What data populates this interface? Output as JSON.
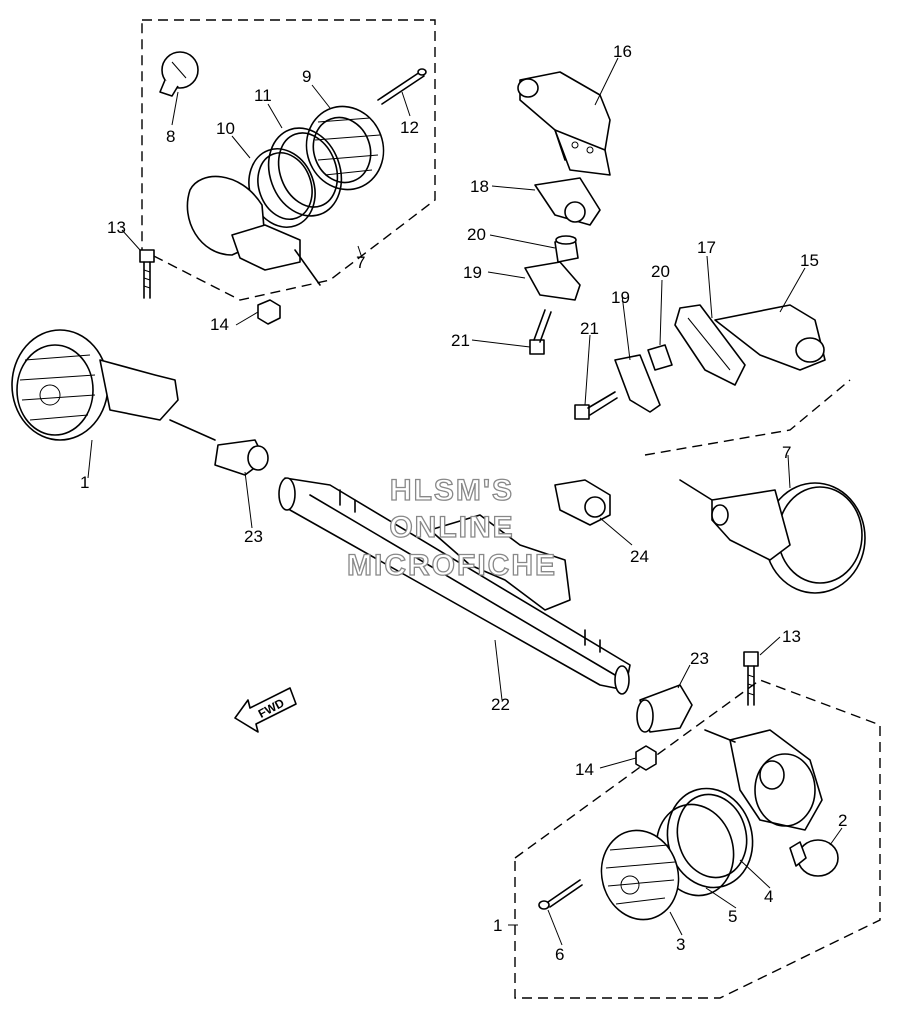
{
  "watermark": {
    "line1": "HLSM'S",
    "line2": "ONLINE",
    "line3": "MICROFICHE"
  },
  "direction_arrow": {
    "label": "FWD"
  },
  "callouts": {
    "c1a": "1",
    "c1b": "1",
    "c2": "2",
    "c3": "3",
    "c4": "4",
    "c5": "5",
    "c6": "6",
    "c7a": "7",
    "c7b": "7",
    "c8": "8",
    "c9": "9",
    "c10": "10",
    "c11": "11",
    "c12": "12",
    "c13a": "13",
    "c13b": "13",
    "c14a": "14",
    "c14b": "14",
    "c15": "15",
    "c16": "16",
    "c17": "17",
    "c18": "18",
    "c19a": "19",
    "c19b": "19",
    "c20a": "20",
    "c20b": "20",
    "c21a": "21",
    "c21b": "21",
    "c22": "22",
    "c23a": "23",
    "c23b": "23",
    "c24": "24"
  }
}
